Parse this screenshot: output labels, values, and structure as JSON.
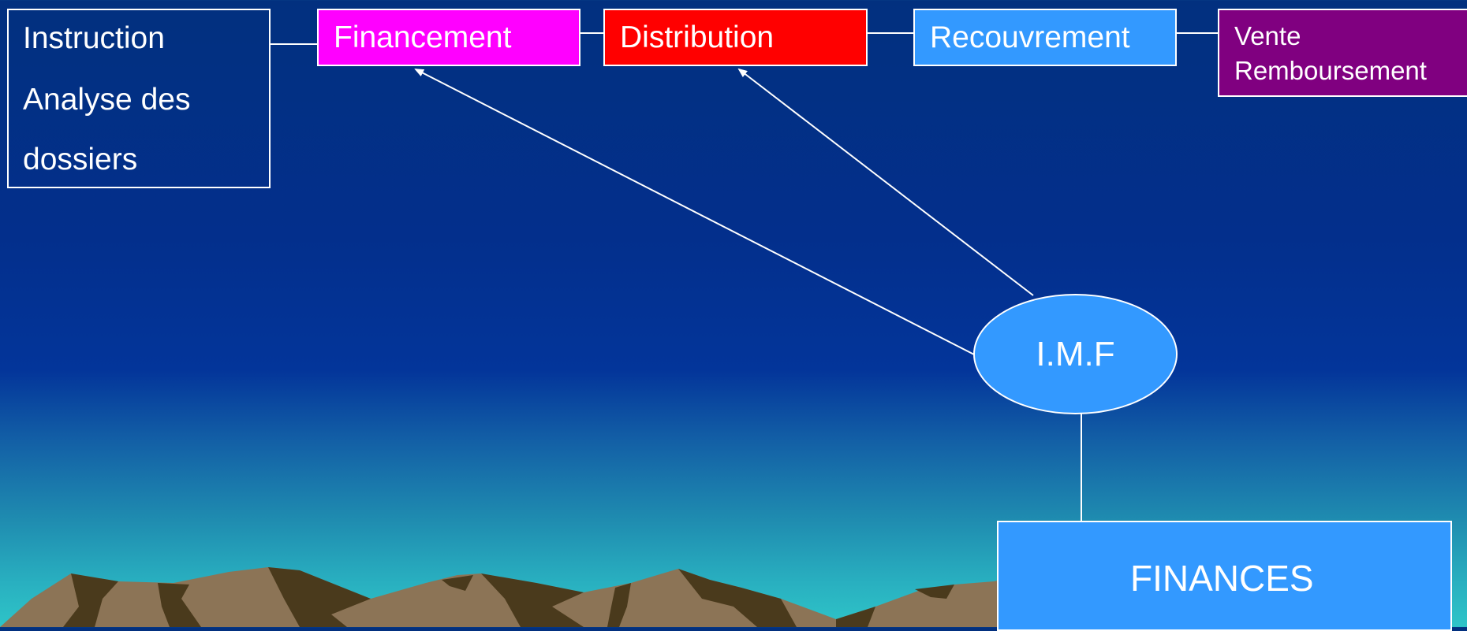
{
  "diagram": {
    "instruction": {
      "line1": "Instruction",
      "line2": "Analyse des",
      "line3": "dossiers"
    },
    "financement": {
      "label": "Financement",
      "color": "#ff00ff"
    },
    "distribution": {
      "label": "Distribution",
      "color": "#ff0000"
    },
    "recouvrement": {
      "label": "Recouvrement",
      "color": "#3399ff"
    },
    "vente": {
      "line1": "Vente",
      "line2": "Remboursement",
      "color": "#800080"
    },
    "imf": {
      "label": "I.M.F",
      "color": "#3399ff"
    },
    "finances": {
      "label": "FINANCES",
      "color": "#3399ff"
    }
  },
  "colors": {
    "line": "#ffffff",
    "mountain_light": "#8c7456",
    "mountain_dark": "#4a3a1c"
  }
}
